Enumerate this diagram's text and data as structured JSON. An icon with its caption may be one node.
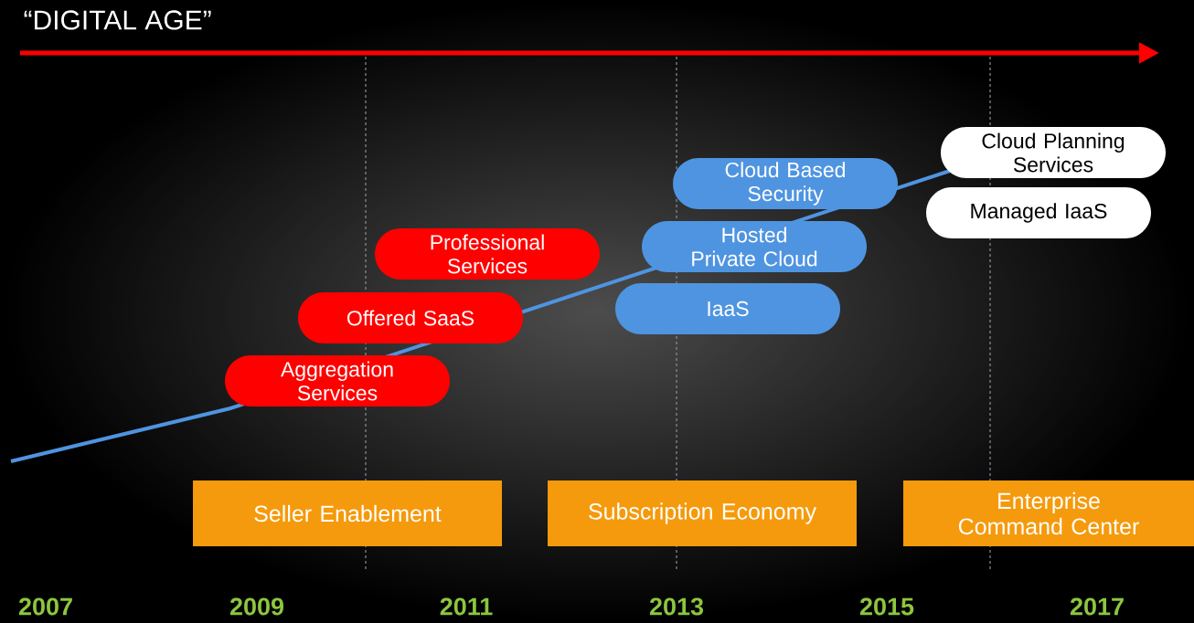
{
  "diagram": {
    "title": "“DIGITAL AGE”",
    "nodes": [
      {
        "text": [
          "Aggregation Services"
        ]
      },
      {
        "text": [
          "Offered SaaS"
        ]
      },
      {
        "text": [
          "Professional Services"
        ]
      },
      {
        "text": [
          "IaaS"
        ]
      },
      {
        "text": [
          "Hosted Private Cloud"
        ]
      },
      {
        "text": [
          "Cloud Based Security"
        ]
      },
      {
        "text": [
          "Cloud Planning Services"
        ]
      },
      {
        "text": [
          "Managed IaaS"
        ]
      },
      {
        "text": [
          "Seller Enablement"
        ]
      },
      {
        "text": [
          "Subscription Economy"
        ]
      },
      {
        "text": [
          "Enterprise Command Center"
        ]
      }
    ],
    "labels": [
      "2007",
      "2009",
      "2011",
      "2013",
      "2015",
      "2017"
    ]
  }
}
